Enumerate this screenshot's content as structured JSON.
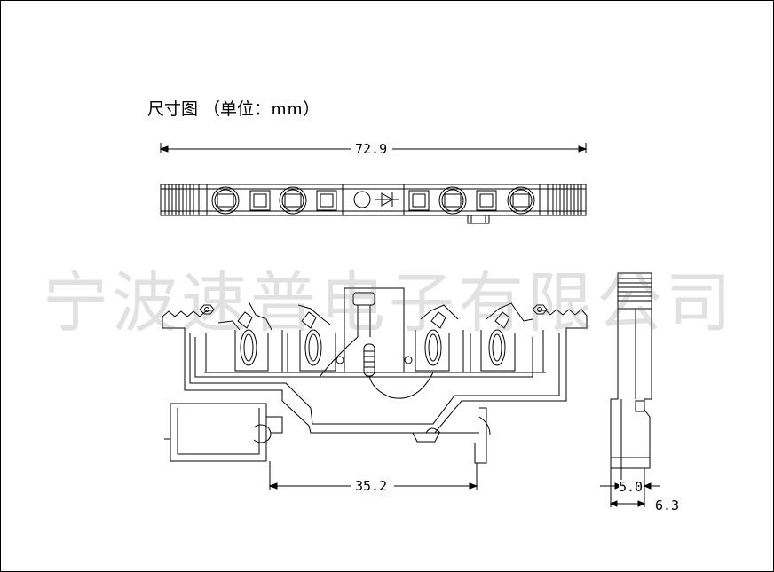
{
  "title": "尺寸图 （单位：mm）",
  "watermark": "宁波速普电子有限公司",
  "dimensions": {
    "overall_length": "72.9",
    "rail_pitch": "35.2",
    "side_width_inner": "5.0",
    "side_width_outer": "6.3"
  },
  "colors": {
    "line": "#000000",
    "watermark": "#9a9a9a"
  }
}
